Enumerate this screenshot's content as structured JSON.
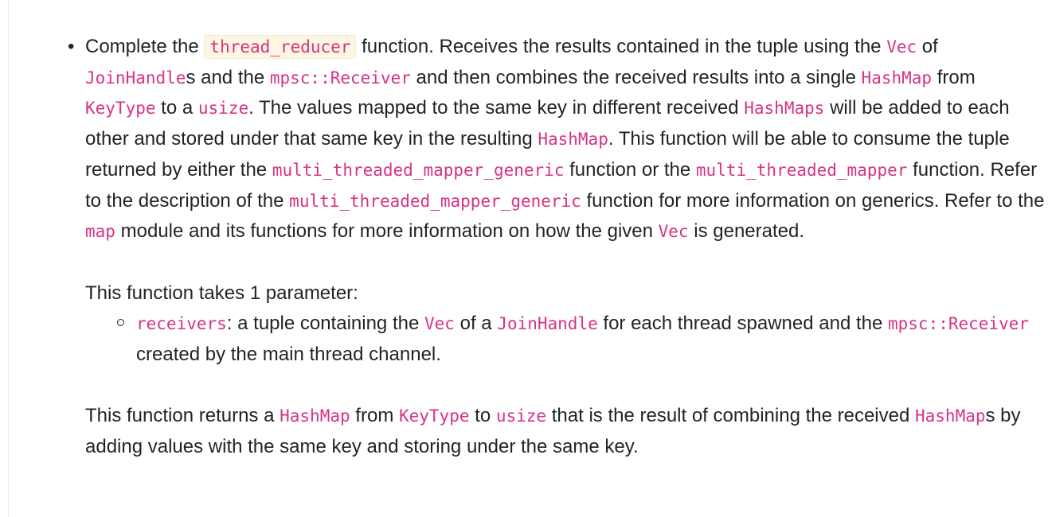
{
  "p1": {
    "t1": "Complete the ",
    "c1": "thread_reducer",
    "t2": " function. Receives the results contained in the tuple using the ",
    "c2": "Vec",
    "t3": " of ",
    "c3": "JoinHandle",
    "t4": "s and the ",
    "c4": "mpsc::Receiver",
    "t5": " and then combines the received results into a single ",
    "c5": "HashMap",
    "t6": " from ",
    "c6": "KeyType",
    "t7": " to a ",
    "c7": "usize",
    "t8": ". The values mapped to the same key in different received ",
    "c8": "HashMaps",
    "t9": " will be added to each other and stored under that same key in the resulting ",
    "c9": "HashMap",
    "t10": ". This function will be able to consume the tuple returned by either the ",
    "c10": "multi_threaded_mapper_generic",
    "t11": " function or the ",
    "c11": "multi_threaded_mapper",
    "t12": " function. Refer to the description of the ",
    "c12": "multi_threaded_mapper_generic",
    "t13": " function for more information on generics. Refer to the ",
    "c13": "map",
    "t14": " module and its functions for more information on how the given ",
    "c14": "Vec",
    "t15": " is generated."
  },
  "p2": {
    "intro": "This function takes 1 parameter:",
    "param": {
      "c1": "receivers",
      "t1": ": a tuple containing the ",
      "c2": "Vec",
      "t2": " of a ",
      "c3": "JoinHandle",
      "t3": " for each thread spawned and the ",
      "c4": "mpsc::Receiver",
      "t4": " created by the main thread channel."
    }
  },
  "p3": {
    "t1": "This function returns a ",
    "c1": "HashMap",
    "t2": " from ",
    "c2": "KeyType",
    "t3": " to ",
    "c3": "usize",
    "t4": " that is the result of combining the received ",
    "c4": "HashMap",
    "t5": "s by adding values with the same key and storing under the same key."
  }
}
